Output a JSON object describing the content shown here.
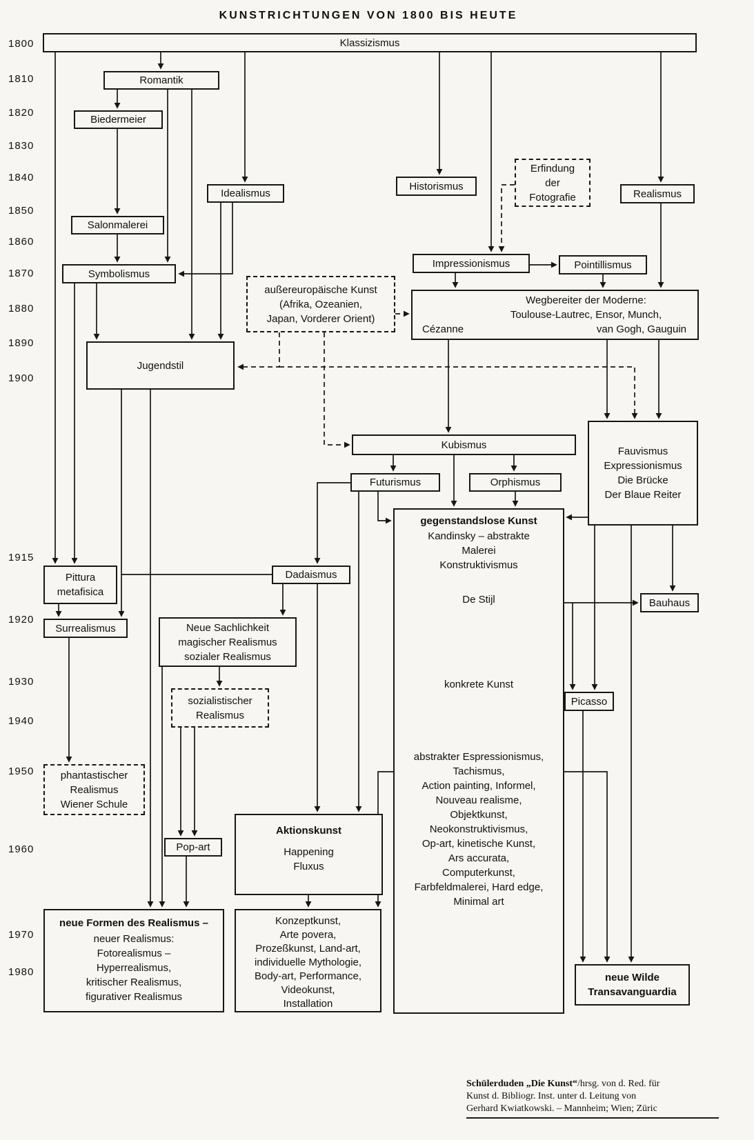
{
  "title": "KUNSTRICHTUNGEN VON 1800 BIS HEUTE",
  "years": [
    "1800",
    "1810",
    "1820",
    "1830",
    "1840",
    "1850",
    "1860",
    "1870",
    "1880",
    "1890",
    "1900",
    "1915",
    "1920",
    "1930",
    "1940",
    "1950",
    "1960",
    "1970",
    "1980"
  ],
  "boxes": {
    "klassizismus": {
      "label": "Klassizismus"
    },
    "romantik": {
      "label": "Romantik"
    },
    "biedermeier": {
      "label": "Biedermeier"
    },
    "idealismus": {
      "label": "Idealismus"
    },
    "historismus": {
      "label": "Historismus"
    },
    "fotografie": {
      "line1": "Erfindung",
      "line2": "der",
      "line3": "Fotografie"
    },
    "realismus": {
      "label": "Realismus"
    },
    "salonmalerei": {
      "label": "Salonmalerei"
    },
    "impressionismus": {
      "label": "Impressionismus"
    },
    "pointillismus": {
      "label": "Pointillismus"
    },
    "symbolismus": {
      "label": "Symbolismus"
    },
    "aussereuropaeische_kunst": {
      "line1": "außereuropäische Kunst",
      "line2": "(Afrika, Ozeanien,",
      "line3": "Japan, Vorderer Orient)"
    },
    "wegbereiter": {
      "line1": "Wegbereiter der Moderne:",
      "line2": "Toulouse-Lautrec, Ensor, Munch,",
      "line3_left": "Cézanne",
      "line3_right": "van Gogh, Gauguin"
    },
    "jugendstil": {
      "label": "Jugendstil"
    },
    "kubismus": {
      "label": "Kubismus"
    },
    "futurismus": {
      "label": "Futurismus"
    },
    "orphismus": {
      "label": "Orphismus"
    },
    "fauvismus": {
      "line1": "Fauvismus",
      "line2": "Expressionismus",
      "line3": "Die Brücke",
      "line4": "Der Blaue Reiter"
    },
    "gegenstandslose_kunst": {
      "title": "gegenstandslose Kunst",
      "line1": "Kandinsky – abstrakte",
      "line2": "Malerei",
      "line3": "Konstruktivismus",
      "de_stijl": "De Stijl",
      "konkrete": "konkrete Kunst",
      "late_lines": [
        "abstrakter Espressionismus,",
        "Tachismus,",
        "Action painting, Informel,",
        "Nouveau realisme,",
        "Objektkunst,",
        "Neokonstruktivismus,",
        "Op-art, kinetische Kunst,",
        "Ars accurata,",
        "Computerkunst,",
        "Farbfeldmalerei, Hard edge,",
        "Minimal art"
      ]
    },
    "pittura_metafisica": {
      "line1": "Pittura",
      "line2": "metafisica"
    },
    "bauhaus": {
      "label": "Bauhaus"
    },
    "dadaismus": {
      "label": "Dadaismus"
    },
    "surrealismus": {
      "label": "Surrealismus"
    },
    "neue_sachlichkeit": {
      "line1": "Neue Sachlichkeit",
      "line2": "magischer Realismus",
      "line3": "sozialer Realismus"
    },
    "sozialistischer_realismus": {
      "line1": "sozialistischer",
      "line2": "Realismus"
    },
    "picasso": {
      "label": "Picasso"
    },
    "phantastischer_realismus": {
      "line1": "phantastischer",
      "line2": "Realismus",
      "line3": "Wiener Schule"
    },
    "pop_art": {
      "label": "Pop-art"
    },
    "aktionskunst": {
      "title": "Aktionskunst",
      "line1": "Happening",
      "line2": "Fluxus"
    },
    "neue_formen": {
      "title": "neue Formen des Realismus –",
      "lines": [
        "neuer Realismus:",
        "Fotorealismus –",
        "Hyperrealismus,",
        "kritischer Realismus,",
        "figurativer Realismus"
      ]
    },
    "konzeptkunst": {
      "lines": [
        "Konzeptkunst,",
        "Arte povera,",
        "Prozeßkunst, Land-art,",
        "individuelle Mythologie,",
        "Body-art, Performance,",
        "Videokunst,",
        "Installation"
      ]
    },
    "neue_wilde": {
      "line1": "neue Wilde",
      "line2": "Transavanguardia"
    }
  },
  "connections": [
    {
      "from": "Klassizismus",
      "to": "Romantik",
      "style": "solid"
    },
    {
      "from": "Klassizismus",
      "to": "Idealismus",
      "style": "solid"
    },
    {
      "from": "Klassizismus",
      "to": "Historismus",
      "style": "solid"
    },
    {
      "from": "Klassizismus",
      "to": "Impressionismus",
      "style": "solid"
    },
    {
      "from": "Klassizismus",
      "to": "Realismus",
      "style": "solid"
    },
    {
      "from": "Klassizismus",
      "to": "Pittura metafisica",
      "style": "solid"
    },
    {
      "from": "Romantik",
      "to": "Biedermeier",
      "style": "solid"
    },
    {
      "from": "Romantik",
      "to": "Symbolismus",
      "style": "solid"
    },
    {
      "from": "Romantik",
      "to": "Jugendstil",
      "style": "solid"
    },
    {
      "from": "Biedermeier",
      "to": "Salonmalerei",
      "style": "solid"
    },
    {
      "from": "Salonmalerei",
      "to": "Symbolismus",
      "style": "solid"
    },
    {
      "from": "Idealismus",
      "to": "Symbolismus",
      "style": "solid"
    },
    {
      "from": "Idealismus",
      "to": "Jugendstil",
      "style": "solid"
    },
    {
      "from": "Symbolismus",
      "to": "Jugendstil",
      "style": "solid"
    },
    {
      "from": "Symbolismus",
      "to": "Pittura metafisica",
      "style": "solid"
    },
    {
      "from": "Erfindung der Fotografie",
      "to": "Impressionismus",
      "style": "dashed"
    },
    {
      "from": "Impressionismus",
      "to": "Pointillismus",
      "style": "solid"
    },
    {
      "from": "Impressionismus",
      "to": "Wegbereiter der Moderne",
      "style": "solid"
    },
    {
      "from": "Pointillismus",
      "to": "Wegbereiter der Moderne",
      "style": "solid"
    },
    {
      "from": "Realismus",
      "to": "Wegbereiter der Moderne",
      "style": "solid"
    },
    {
      "from": "außereuropäische Kunst",
      "to": "Wegbereiter der Moderne",
      "style": "dashed"
    },
    {
      "from": "außereuropäische Kunst",
      "to": "Jugendstil",
      "style": "dashed"
    },
    {
      "from": "außereuropäische Kunst",
      "to": "Kubismus",
      "style": "dashed"
    },
    {
      "from": "außereuropäische Kunst",
      "to": "Fauvismus/Expressionismus",
      "style": "dashed"
    },
    {
      "from": "Wegbereiter der Moderne",
      "to": "Kubismus",
      "style": "solid"
    },
    {
      "from": "Wegbereiter der Moderne",
      "to": "Fauvismus/Expressionismus",
      "style": "solid"
    },
    {
      "from": "Kubismus",
      "to": "Futurismus",
      "style": "solid"
    },
    {
      "from": "Kubismus",
      "to": "Orphismus",
      "style": "solid"
    },
    {
      "from": "Kubismus",
      "to": "gegenstandslose Kunst",
      "style": "solid"
    },
    {
      "from": "Orphismus",
      "to": "gegenstandslose Kunst",
      "style": "solid"
    },
    {
      "from": "Futurismus",
      "to": "gegenstandslose Kunst",
      "style": "solid"
    },
    {
      "from": "Futurismus",
      "to": "Dadaismus",
      "style": "solid"
    },
    {
      "from": "Futurismus",
      "to": "Aktionskunst",
      "style": "solid"
    },
    {
      "from": "Fauvismus/Expressionismus",
      "to": "gegenstandslose Kunst",
      "style": "solid"
    },
    {
      "from": "Fauvismus/Expressionismus",
      "to": "Bauhaus",
      "style": "solid"
    },
    {
      "from": "Fauvismus/Expressionismus",
      "to": "Picasso",
      "style": "solid"
    },
    {
      "from": "Fauvismus/Expressionismus",
      "to": "neue Wilde/Transavanguardia",
      "style": "solid"
    },
    {
      "from": "De Stijl",
      "to": "Bauhaus",
      "style": "solid"
    },
    {
      "from": "gegenstandslose Kunst",
      "to": "Picasso",
      "style": "solid"
    },
    {
      "from": "gegenstandslose Kunst",
      "to": "neue Wilde/Transavanguardia",
      "style": "solid"
    },
    {
      "from": "gegenstandslose Kunst",
      "to": "Konzeptkunst-Gruppe",
      "style": "solid"
    },
    {
      "from": "Jugendstil",
      "to": "Surrealismus",
      "style": "solid"
    },
    {
      "from": "Jugendstil",
      "to": "neue Formen des Realismus",
      "style": "solid"
    },
    {
      "from": "Pittura metafisica",
      "to": "Surrealismus",
      "style": "solid"
    },
    {
      "from": "Dadaismus",
      "to": "Surrealismus",
      "style": "solid"
    },
    {
      "from": "Dadaismus",
      "to": "Neue Sachlichkeit",
      "style": "solid"
    },
    {
      "from": "Dadaismus",
      "to": "Aktionskunst",
      "style": "solid"
    },
    {
      "from": "Surrealismus",
      "to": "phantastischer Realismus",
      "style": "solid"
    },
    {
      "from": "Neue Sachlichkeit",
      "to": "sozialistischer Realismus",
      "style": "solid"
    },
    {
      "from": "Neue Sachlichkeit",
      "to": "neue Formen des Realismus",
      "style": "solid"
    },
    {
      "from": "sozialistischer Realismus",
      "to": "Pop-art",
      "style": "solid"
    },
    {
      "from": "Pop-art",
      "to": "neue Formen des Realismus",
      "style": "solid"
    },
    {
      "from": "Picasso",
      "to": "neue Wilde/Transavanguardia",
      "style": "solid"
    },
    {
      "from": "Aktionskunst",
      "to": "Konzeptkunst-Gruppe",
      "style": "solid"
    }
  ],
  "caption": {
    "bold": "Schülerduden „Die Kunst“",
    "line1_rest": "/hrsg. von d. Red. für",
    "line2": "Kunst d. Bibliogr. Inst. unter d. Leitung von",
    "line3": "Gerhard Kwiatkowski. – Mannheim; Wien; Züric"
  }
}
